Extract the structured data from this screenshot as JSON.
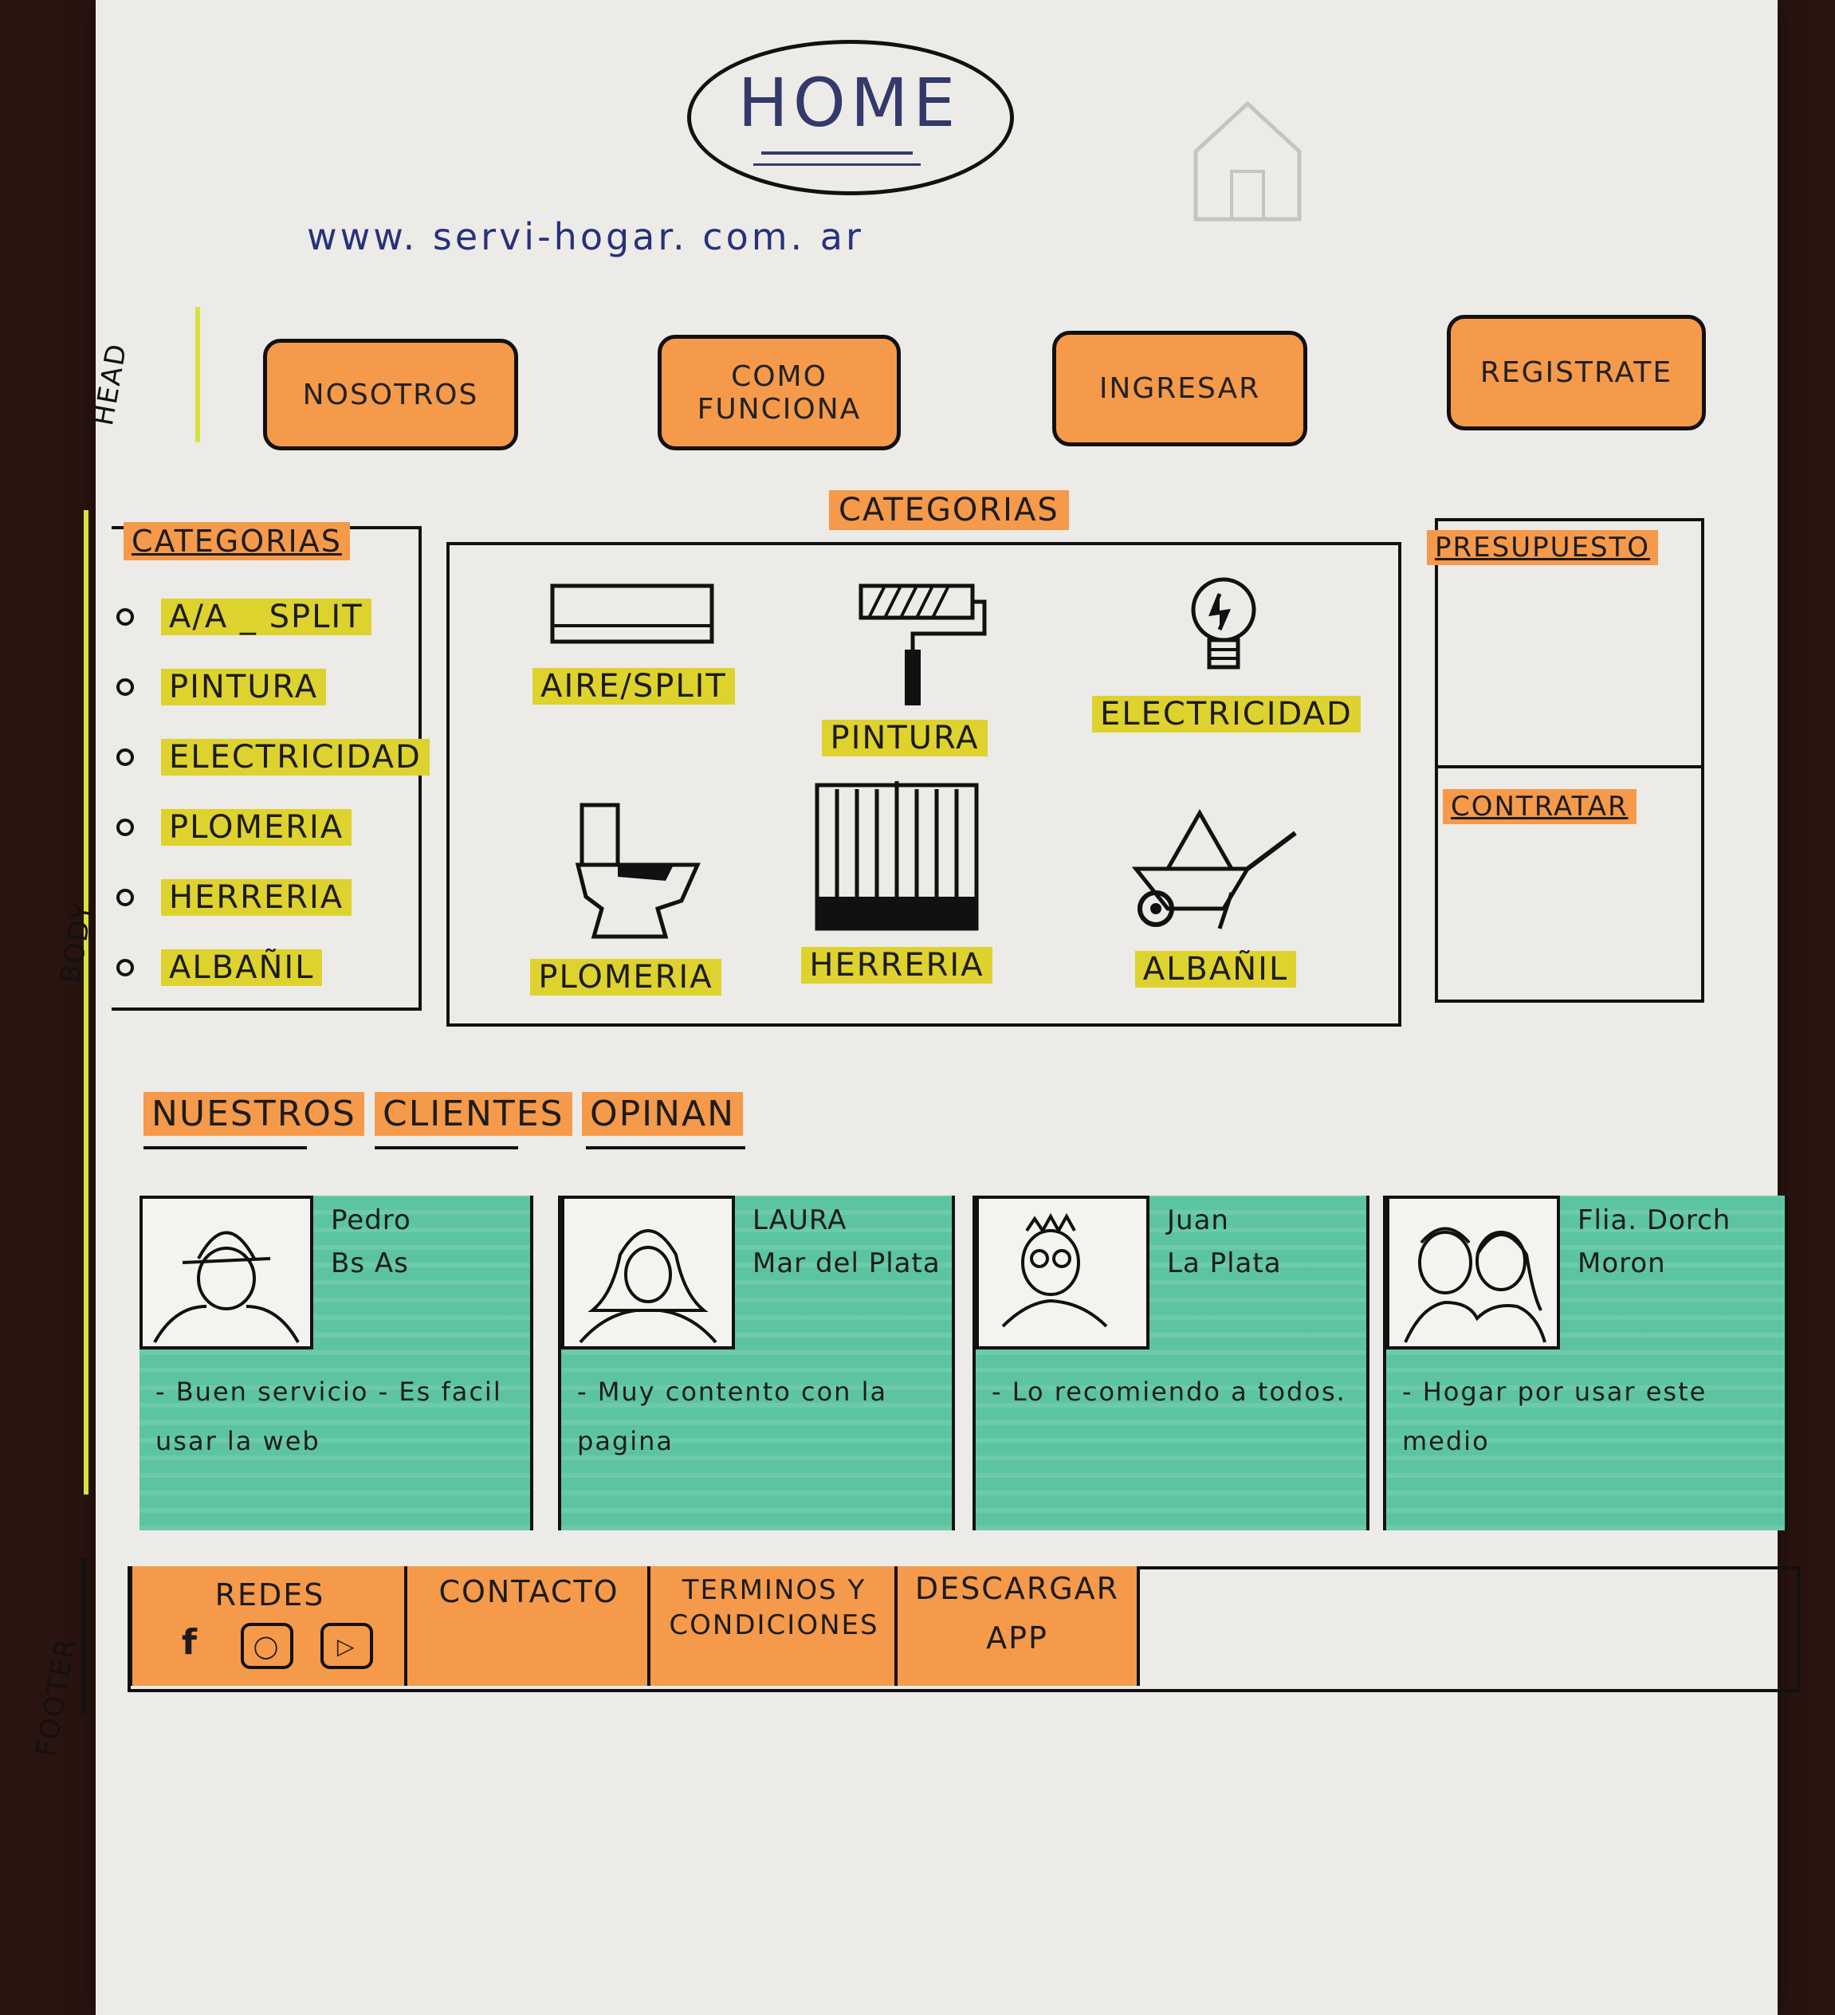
{
  "page": {
    "title": "HOME",
    "url": "www. servi-hogar. com. ar"
  },
  "sections": {
    "header_label": "HEAD",
    "body_label": "BODY",
    "footer_label": "FOOTER"
  },
  "nav": {
    "items": [
      {
        "label": "NOSOTROS"
      },
      {
        "label": "COMO FUNCIONA"
      },
      {
        "label": "INGRESAR"
      },
      {
        "label": "REGISTRATE"
      }
    ]
  },
  "sidebar": {
    "heading": "CATEGORIAS",
    "items": [
      {
        "label": "A/A _ SPLIT"
      },
      {
        "label": "PINTURA"
      },
      {
        "label": "ELECTRICIDAD"
      },
      {
        "label": "PLOMERIA"
      },
      {
        "label": "HERRERIA"
      },
      {
        "label": "ALBAÑIL"
      }
    ]
  },
  "categories": {
    "heading": "CATEGORIAS",
    "tiles": [
      {
        "label": "AIRE/SPLIT",
        "icon": "air-conditioner-icon"
      },
      {
        "label": "PINTURA",
        "icon": "paint-roller-icon"
      },
      {
        "label": "ELECTRICIDAD",
        "icon": "light-bulb-icon"
      },
      {
        "label": "PLOMERIA",
        "icon": "toilet-icon"
      },
      {
        "label": "HERRERIA",
        "icon": "gate-icon"
      },
      {
        "label": "ALBAÑIL",
        "icon": "wheelbarrow-icon"
      }
    ]
  },
  "right_panel": {
    "budget_label": "PRESUPUESTO",
    "hire_label": "CONTRATAR"
  },
  "opinions": {
    "tabs": [
      "NUESTROS",
      "CLIENTES",
      "OPINAN"
    ],
    "cards": [
      {
        "name": "Pedro",
        "place": "Bs As",
        "comment": "- Buen servicio - Es facil usar la web"
      },
      {
        "name": "LAURA",
        "place": "Mar del Plata",
        "comment": "- Muy contento con la pagina"
      },
      {
        "name": "Juan",
        "place": "La Plata",
        "comment": "- Lo recomiendo a todos."
      },
      {
        "name": "Flia. Dorch",
        "place": "Moron",
        "comment": "- Hogar por usar este medio"
      }
    ]
  },
  "footer": {
    "social_label": "REDES",
    "social_icons": [
      "facebook-icon",
      "instagram-icon",
      "youtube-icon"
    ],
    "contact_label": "CONTACTO",
    "terms_label": "TERMINOS Y CONDICIONES",
    "download_label": "DESCARGAR",
    "app_label": "APP"
  },
  "colors": {
    "orange": "#f59a4a",
    "yellow": "#ded22e",
    "green": "#5cc4a1",
    "ink_blue": "#28317a"
  }
}
